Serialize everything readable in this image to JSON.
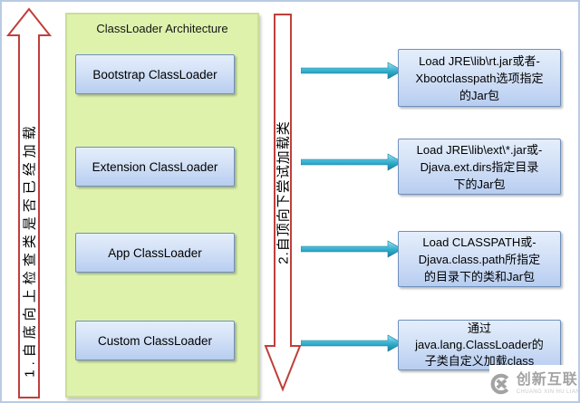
{
  "page": {
    "type": "classloader-architecture-diagram"
  },
  "panel": {
    "title": "ClassLoader Architecture",
    "loaders": [
      {
        "label": "Bootstrap ClassLoader"
      },
      {
        "label": "Extension ClassLoader"
      },
      {
        "label": "App ClassLoader"
      },
      {
        "label": "Custom ClassLoader"
      }
    ]
  },
  "left_arrow": {
    "label": "1.自底向上检查类是否已经加载",
    "direction": "up",
    "border_color": "#bf3f3b"
  },
  "middle_arrow": {
    "label": "2.自顶向下尝试加载类",
    "direction": "down",
    "border_color": "#bf3f3b"
  },
  "right_boxes": [
    {
      "lines": [
        "Load JRE\\lib\\rt.jar或者-",
        "Xbootclasspath选项指定",
        "的Jar包"
      ]
    },
    {
      "lines": [
        "Load JRE\\lib\\ext\\*.jar或-",
        "Djava.ext.dirs指定目录",
        "下的Jar包"
      ]
    },
    {
      "lines": [
        "Load CLASSPATH或-",
        "Djava.class.path所指定",
        "的目录下的类和Jar包"
      ]
    },
    {
      "lines": [
        "通过",
        "java.lang.ClassLoader的",
        "子类自定义加载class"
      ]
    }
  ],
  "watermark": {
    "brand": "创新互联",
    "brand_sub": "CHUANG XIN HU LIAN",
    "logo": "cx-logo-icon",
    "color": "#a3a3a3"
  },
  "colors": {
    "canvas_border": "#b9cbe3",
    "panel_fill": "#def2ac",
    "panel_border": "#cade99",
    "box_fill_top": "#e4eefb",
    "box_fill_bottom": "#b7cdf0",
    "box_border": "#6f90bd",
    "connector_teal": "#2aa6c4",
    "arrow_red": "#bf3f3b"
  }
}
